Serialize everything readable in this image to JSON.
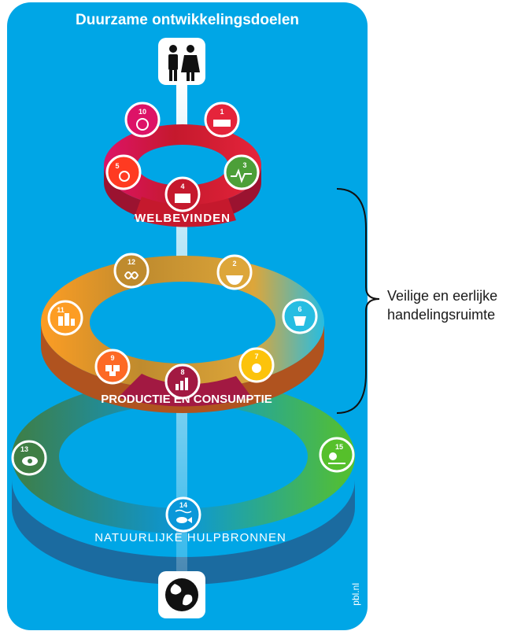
{
  "title": "Duurzame ontwikkelingsdoelen",
  "credit": "pbl.nl",
  "rings": {
    "welbevinden": "WELBEVINDEN",
    "productie": "PRODUCTIE EN CONSUMPTIE",
    "natuur": "NATUURLIJKE HULPBRONNEN"
  },
  "side_label": {
    "line1": "Veilige en eerlijke",
    "line2": "handelingsruimte"
  },
  "goals": {
    "g1": "1",
    "g2": "2",
    "g3": "3",
    "g4": "4",
    "g5": "5",
    "g6": "6",
    "g7": "7",
    "g8": "8",
    "g9": "9",
    "g10": "10",
    "g11": "11",
    "g12": "12",
    "g13": "13",
    "g14": "14",
    "g15": "15"
  },
  "icons": {
    "top": "people-icon",
    "bottom": "globe-icon"
  },
  "colors": {
    "background": "#00a6e6",
    "goal1": "#e5243b",
    "goal2": "#dda63a",
    "goal3": "#4c9f38",
    "goal4": "#c5192d",
    "goal5": "#ff3a21",
    "goal6": "#26bde2",
    "goal7": "#fcc30b",
    "goal8": "#a21942",
    "goal9": "#fd6925",
    "goal10": "#dd1367",
    "goal11": "#fd9d24",
    "goal12": "#bf8b2e",
    "goal13": "#3f7e44",
    "goal14": "#0a97d9",
    "goal15": "#56c02b"
  }
}
